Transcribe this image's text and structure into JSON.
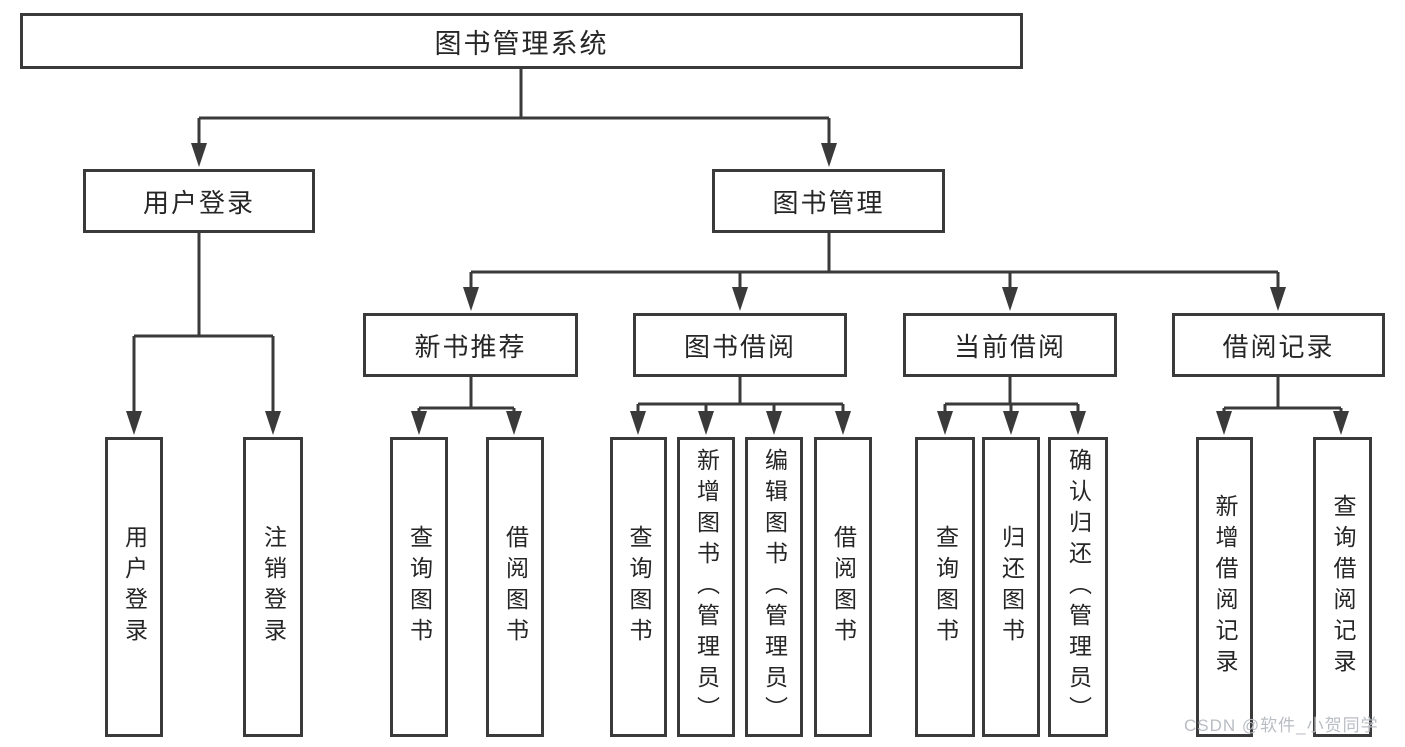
{
  "title": "图书管理系统",
  "branches": {
    "user_login": {
      "label": "用户登录",
      "children": [
        "用户登录",
        "注销登录"
      ]
    },
    "book_mgmt": {
      "label": "图书管理",
      "sections": [
        {
          "label": "新书推荐",
          "children": [
            "查询图书",
            "借阅图书"
          ]
        },
        {
          "label": "图书借阅",
          "children": [
            "查询图书",
            "新增图书（管理员）",
            "编辑图书（管理员）",
            "借阅图书"
          ]
        },
        {
          "label": "当前借阅",
          "children": [
            "查询图书",
            "归还图书",
            "确认归还（管理员）"
          ]
        },
        {
          "label": "借阅记录",
          "children": [
            "新增借阅记录",
            "查询借阅记录"
          ]
        }
      ]
    }
  },
  "watermark": "CSDN @软件_小贺同学",
  "colors": {
    "line": "#3a3a3a",
    "text": "#262626",
    "watermark": "#b9bdc3",
    "background": "#ffffff"
  }
}
